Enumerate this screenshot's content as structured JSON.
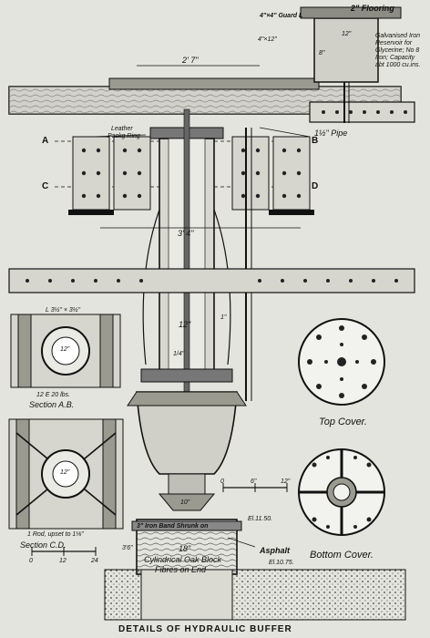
{
  "caption": "DETAILS OF HYDRAULIC BUFFER",
  "labels": {
    "flooring": "2\" Flooring",
    "guard": "4\"×4\" Guard L",
    "reservoir_dim_top": "12\"",
    "reservoir_side_dim": "4\"×12\"",
    "reservoir_vertical_dim": "8\"",
    "reservoir_note": [
      "Galvanised Iron",
      "Reservoir for",
      "Glycerine; No 8",
      "Iron; Capacity",
      "abt 1000 cu.ins."
    ],
    "span_dim": "2' 7\"",
    "pipe": "1½\" Pipe",
    "leather": [
      "Leather",
      "Packg Ring"
    ],
    "section_a": "A",
    "section_b": "B",
    "section_c": "C",
    "section_d": "D",
    "dim_3_4": "3' 4\"",
    "dim_12": "12\"",
    "dim_1": "1\"",
    "dim_1_4": "1/4\"",
    "dim_10": "10\"",
    "dim_18": "18\"",
    "dim_36": "3'6\"",
    "angle_ab": "L 3½\" × 3½\"",
    "section_ab_dim": "12\"",
    "section_ab_spec": "12 E 20 lbs.",
    "section_ab": "Section A.B.",
    "rod_note": "1 Rod, upset to 1⅛\"",
    "section_cd_dim": "12\"",
    "section_cd": "Section C.D.",
    "scale_left": [
      "0",
      "12",
      "24"
    ],
    "scale_right": [
      "0",
      "6\"",
      "12\""
    ],
    "top_cover": "Top Cover.",
    "bottom_cover": "Bottom Cover.",
    "iron_band": "3\" Iron Band Shrunk on",
    "oak_block": [
      "Cylindrical Oak Block",
      "Fibres on End"
    ],
    "asphalt": "Asphalt",
    "el_1": "El.11.50.",
    "el_2": "El.10.75."
  }
}
